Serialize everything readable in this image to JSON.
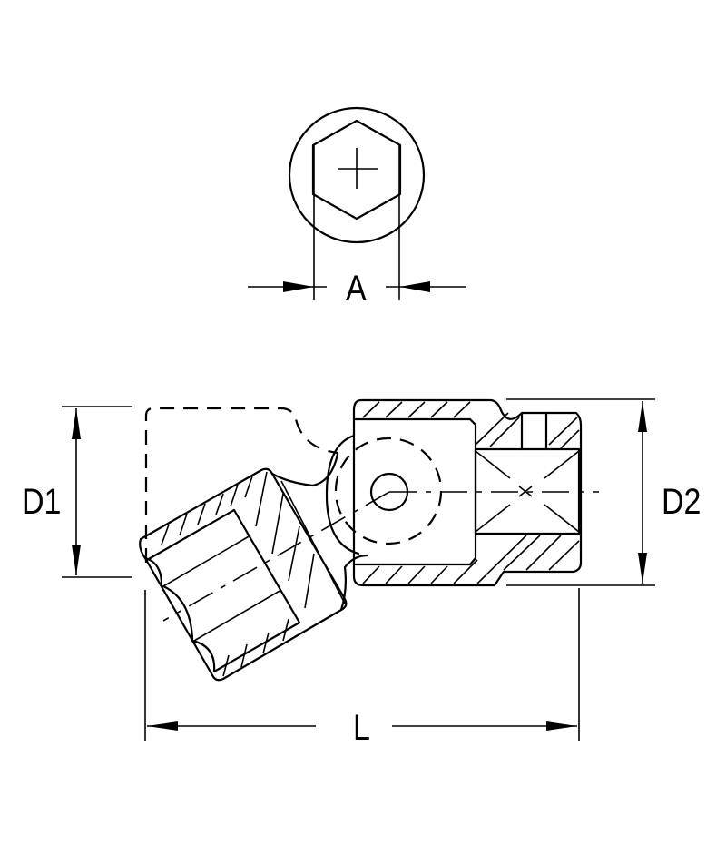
{
  "diagram": {
    "subject": "Universal joint socket technical drawing",
    "views": [
      "end-view",
      "side-section-view"
    ],
    "dimensions": {
      "A": {
        "label": "A",
        "meaning": "hex opening across flats"
      },
      "D1": {
        "label": "D1",
        "meaning": "socket head diameter"
      },
      "D2": {
        "label": "D2",
        "meaning": "drive end diameter"
      },
      "L": {
        "label": "L",
        "meaning": "overall length"
      }
    },
    "colors": {
      "line": "#000000",
      "background": "#ffffff"
    }
  }
}
